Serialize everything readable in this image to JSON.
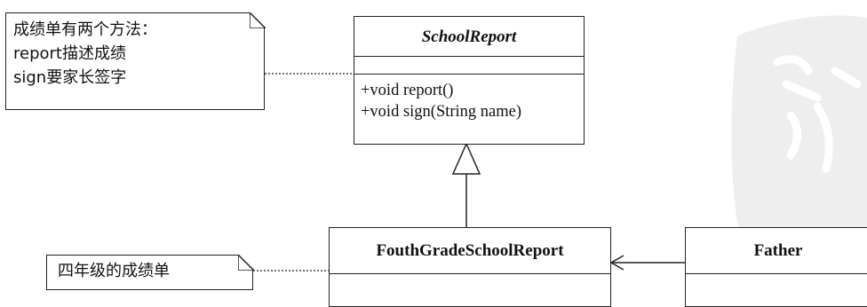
{
  "notes": {
    "school_report_note": [
      "成绩单有两个方法：",
      "report描述成绩",
      "sign要家长签字"
    ],
    "fourth_grade_note": [
      "四年级的成绩单"
    ]
  },
  "classes": {
    "school_report": {
      "name": "SchoolReport",
      "methods": [
        "+void report()",
        "+void sign(String name)"
      ]
    },
    "fourth_grade_report": {
      "name": "FouthGradeSchoolReport"
    },
    "father": {
      "name": "Father"
    }
  },
  "colors": {
    "line": "#222222",
    "watermark": "#eeeeee"
  }
}
